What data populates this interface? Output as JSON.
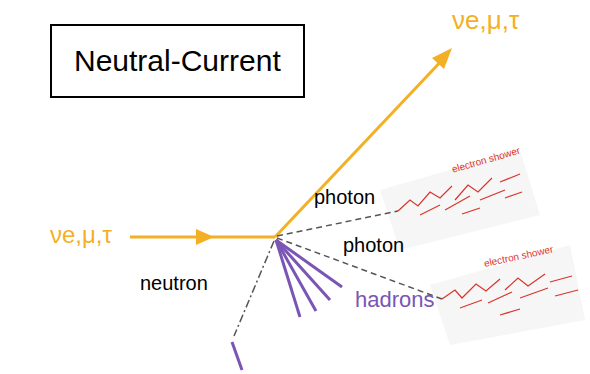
{
  "diagram": {
    "nodes": [
      {
        "text": [
          "Neutral-Current"
        ]
      }
    ],
    "labels": [
      "νe,μ,τ",
      "photon",
      "electron shower",
      "νe,μ,τ",
      "photon",
      "electron shower",
      "neutron",
      "hadrons"
    ]
  }
}
